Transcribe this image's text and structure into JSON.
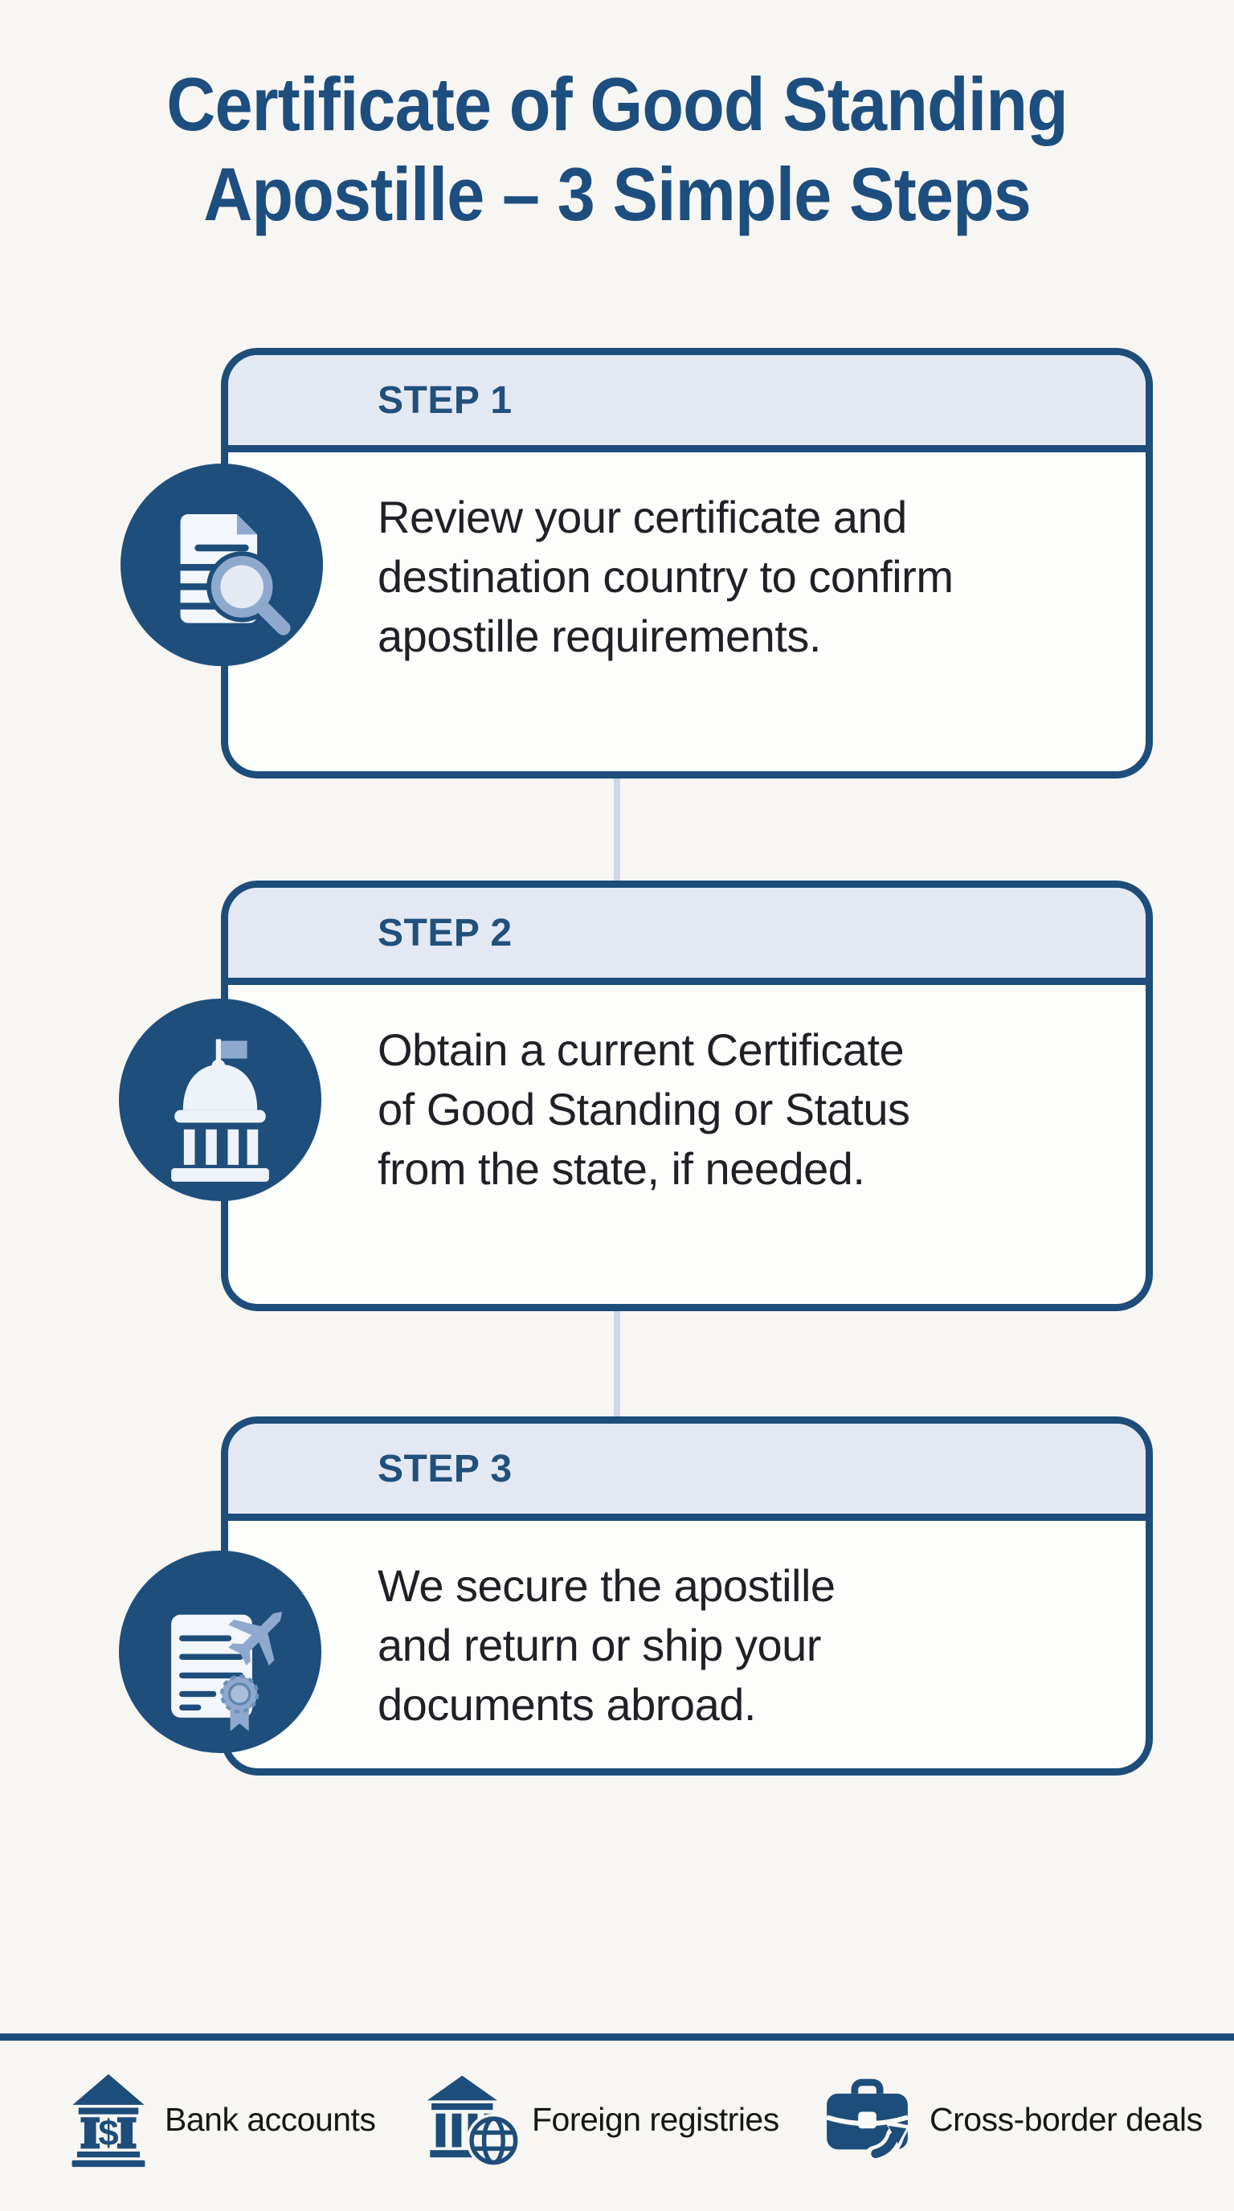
{
  "title": {
    "lines": [
      "Certificate of Good Standing",
      "Apostille – 3 Simple Steps"
    ]
  },
  "steps": [
    {
      "label": "STEP 1",
      "icon": "document-magnifier-icon",
      "description": "Review your certificate and destination country to confirm apostille requirements.",
      "lines": [
        "Review your certificate and",
        "destination country to confirm",
        "apostille requirements."
      ]
    },
    {
      "label": "STEP 2",
      "icon": "government-capitol-icon",
      "description": "Obtain a current Certificate of Good Standing or Status from the state, if needed.",
      "lines": [
        "Obtain a current Certificate",
        "of Good Standing or Status",
        "from the state, if needed."
      ]
    },
    {
      "label": "STEP 3",
      "icon": "certificate-airplane-icon",
      "description": "We secure the apostille and return or ship your documents abroad.",
      "lines": [
        "We secure the apostille",
        "and return or ship your",
        "documents abroad."
      ]
    }
  ],
  "footer": {
    "items": [
      {
        "label": "Bank accounts",
        "icon": "bank-icon"
      },
      {
        "label": "Foreign registries",
        "icon": "registry-globe-icon"
      },
      {
        "label": "Cross-border deals",
        "icon": "briefcase-arrow-icon"
      }
    ]
  },
  "colors": {
    "page_bg": "#f8f6f3",
    "accent_dark_blue": "#1d4d7b",
    "title_blue": "#1d4e80",
    "step_label_blue": "#21507c",
    "card_header_bg": "#e4e8f3",
    "card_bg": "#fdfdfc",
    "connector": "#cdd7ea",
    "icon_light_blue": "#8fa9ce",
    "body_text": "#202126",
    "footer_text": "#161616"
  }
}
